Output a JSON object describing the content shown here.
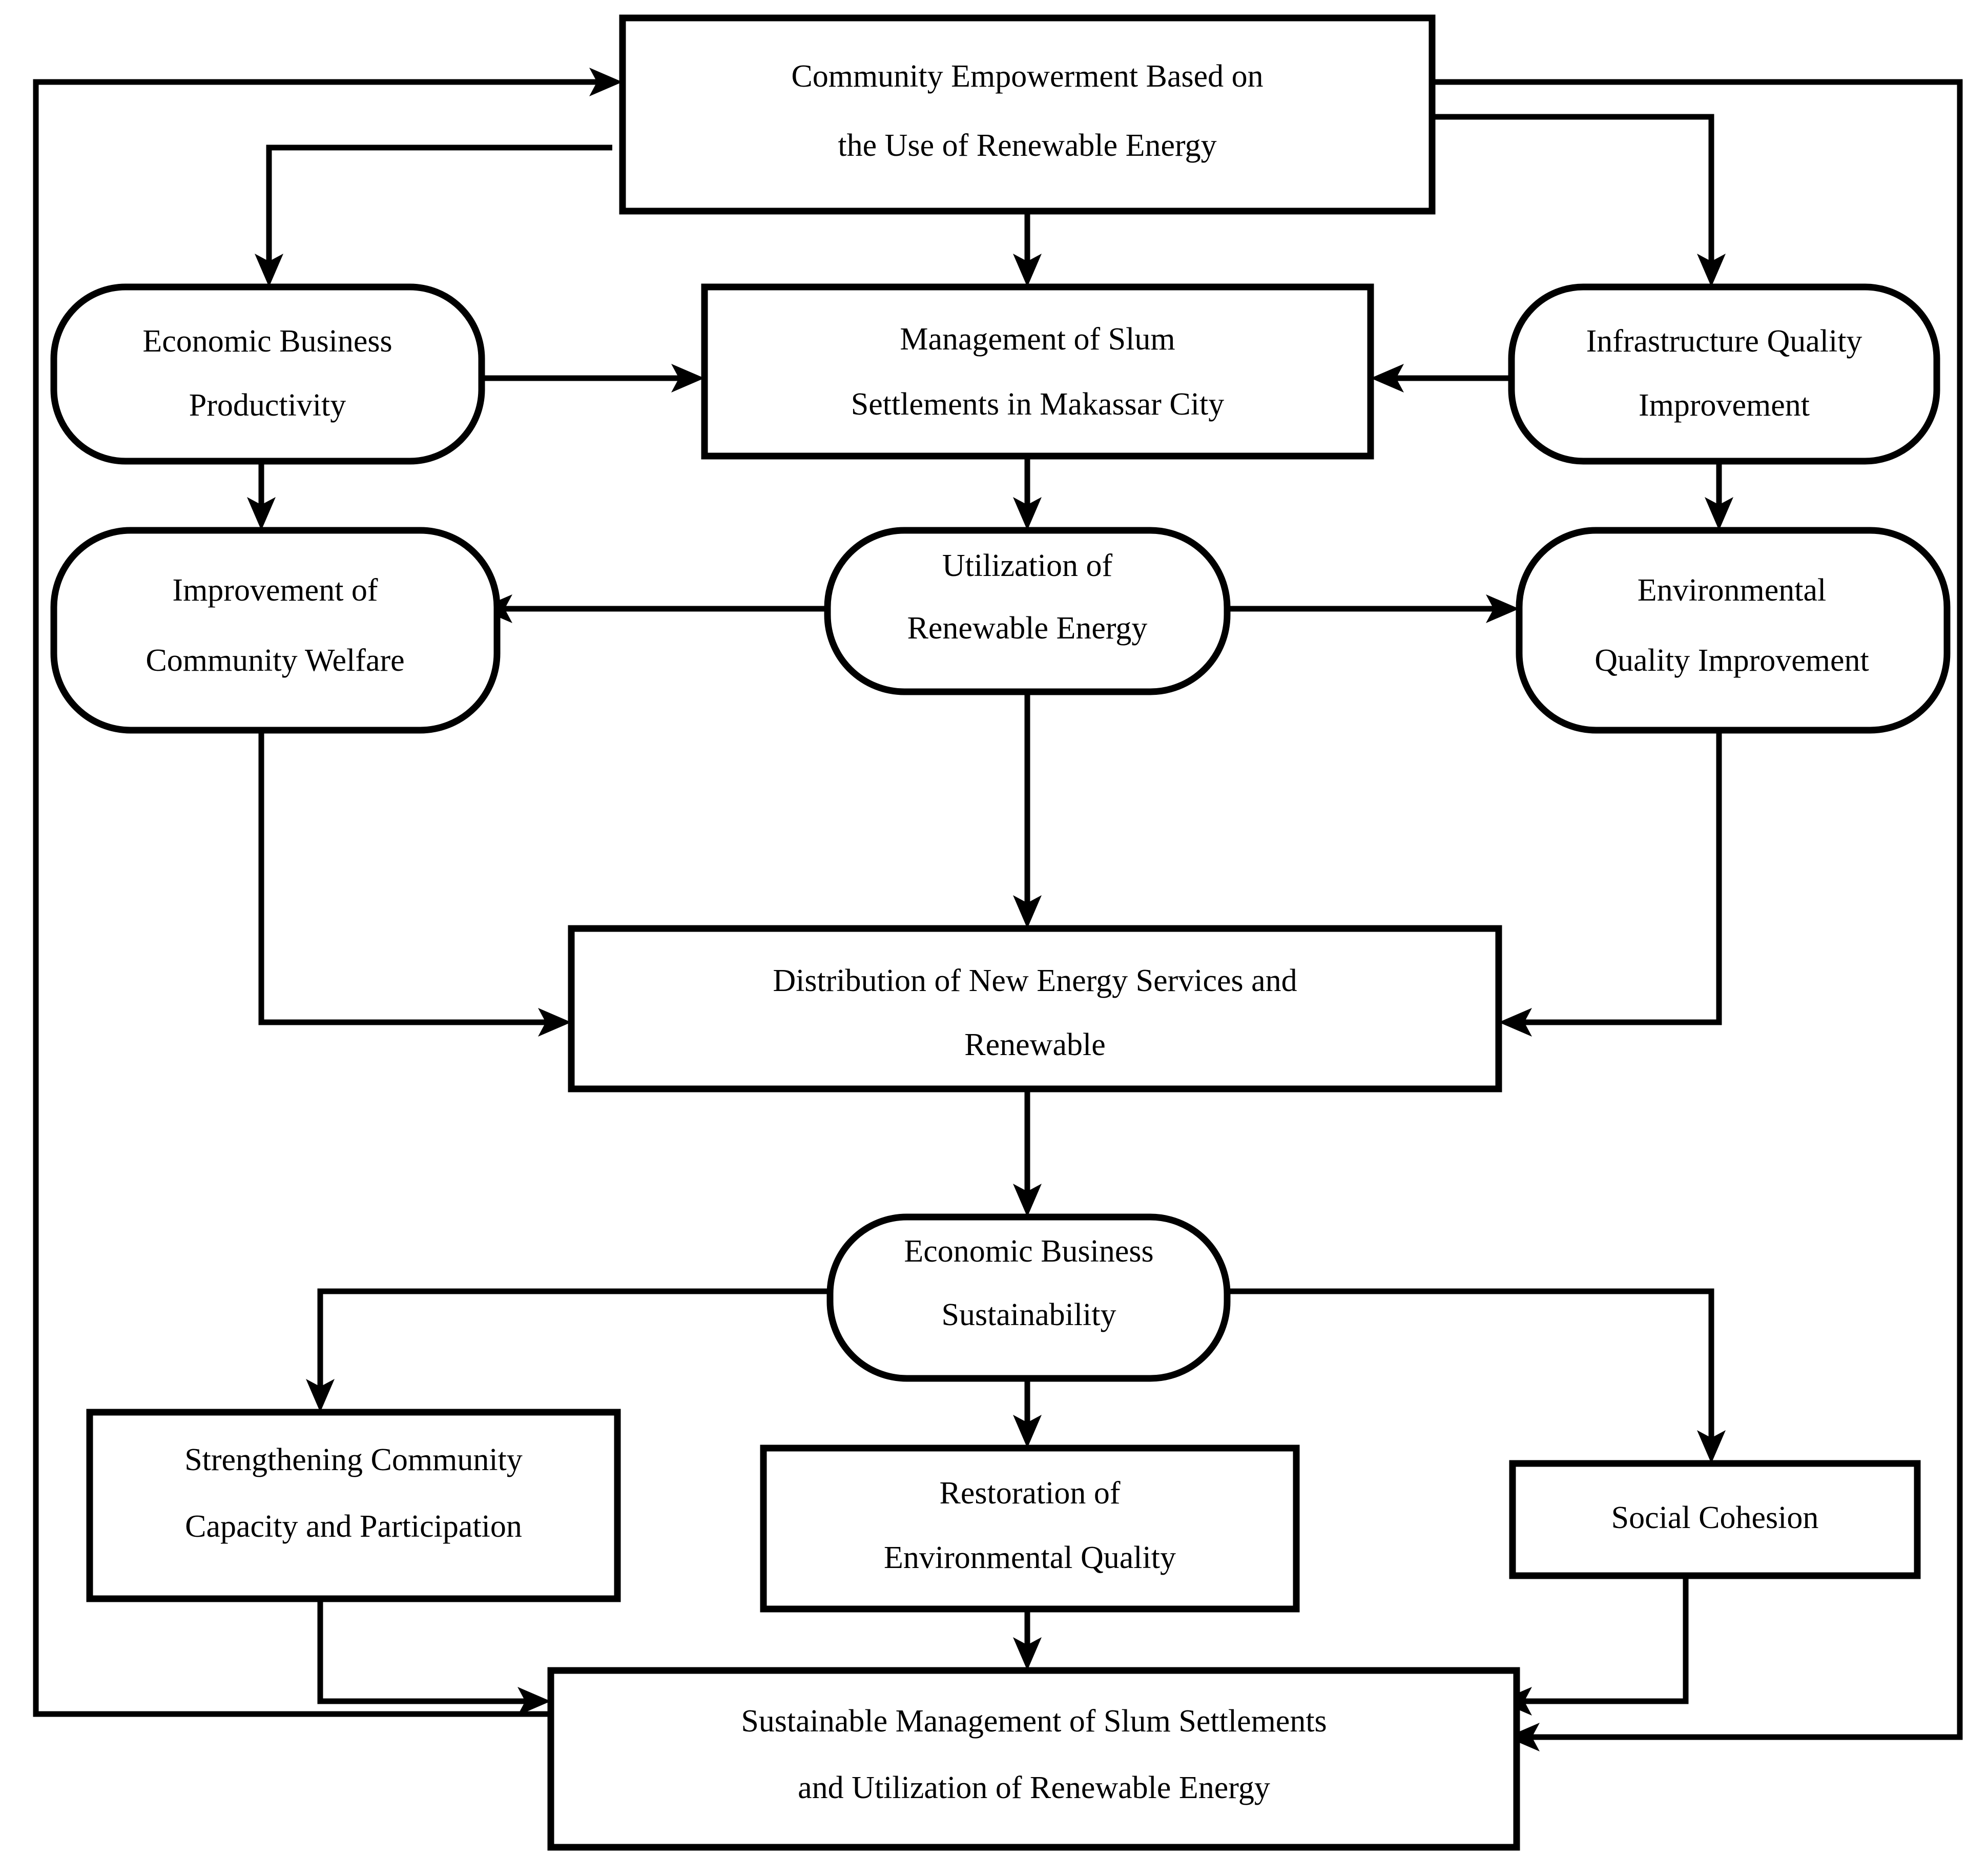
{
  "diagram": {
    "title": "Community Empowerment Based on the Use of Renewable Energy framework",
    "type": "flowchart",
    "colors": {
      "stroke": "#000000",
      "fill": "#ffffff",
      "text": "#000000"
    },
    "nodes": [
      {
        "id": "community-empowerment",
        "shape": "rectangle",
        "lines": [
          "Community Empowerment Based on",
          "the Use of Renewable Energy"
        ]
      },
      {
        "id": "economic-business-productivity",
        "shape": "stadium",
        "lines": [
          "Economic Business",
          "Productivity"
        ]
      },
      {
        "id": "management-of-slum-settlements",
        "shape": "rectangle",
        "lines": [
          "Management of Slum",
          "Settlements in Makassar City"
        ]
      },
      {
        "id": "infrastructure-quality-improvement",
        "shape": "stadium",
        "lines": [
          "Infrastructure Quality",
          "Improvement"
        ]
      },
      {
        "id": "improvement-of-community-welfare",
        "shape": "stadium",
        "lines": [
          "Improvement of",
          "Community Welfare"
        ]
      },
      {
        "id": "utilization-of-renewable-energy",
        "shape": "stadium",
        "lines": [
          "Utilization of",
          "Renewable Energy"
        ]
      },
      {
        "id": "environmental-quality-improvement",
        "shape": "stadium",
        "lines": [
          "Environmental",
          "Quality Improvement"
        ]
      },
      {
        "id": "distribution-of-new-energy-services",
        "shape": "rectangle",
        "lines": [
          "Distribution of New Energy Services and",
          "Renewable"
        ]
      },
      {
        "id": "economic-business-sustainability",
        "shape": "stadium",
        "lines": [
          "Economic Business",
          "Sustainability"
        ]
      },
      {
        "id": "strengthening-community-capacity",
        "shape": "rectangle",
        "lines": [
          "Strengthening Community",
          "Capacity and Participation"
        ]
      },
      {
        "id": "restoration-of-environmental-quality",
        "shape": "rectangle",
        "lines": [
          "Restoration of",
          "Environmental Quality"
        ]
      },
      {
        "id": "social-cohesion",
        "shape": "rectangle",
        "lines": [
          "Social Cohesion"
        ]
      },
      {
        "id": "sustainable-management-of-slum-settlements",
        "shape": "rectangle",
        "lines": [
          "Sustainable Management of Slum Settlements",
          "and Utilization of Renewable Energy"
        ]
      }
    ],
    "edges": [
      {
        "from": "community-empowerment",
        "to": "economic-business-productivity"
      },
      {
        "from": "community-empowerment",
        "to": "management-of-slum-settlements"
      },
      {
        "from": "community-empowerment",
        "to": "infrastructure-quality-improvement"
      },
      {
        "from": "economic-business-productivity",
        "to": "management-of-slum-settlements"
      },
      {
        "from": "economic-business-productivity",
        "to": "improvement-of-community-welfare"
      },
      {
        "from": "infrastructure-quality-improvement",
        "to": "management-of-slum-settlements"
      },
      {
        "from": "infrastructure-quality-improvement",
        "to": "environmental-quality-improvement"
      },
      {
        "from": "management-of-slum-settlements",
        "to": "utilization-of-renewable-energy"
      },
      {
        "from": "utilization-of-renewable-energy",
        "to": "improvement-of-community-welfare"
      },
      {
        "from": "utilization-of-renewable-energy",
        "to": "environmental-quality-improvement"
      },
      {
        "from": "utilization-of-renewable-energy",
        "to": "distribution-of-new-energy-services"
      },
      {
        "from": "improvement-of-community-welfare",
        "to": "distribution-of-new-energy-services"
      },
      {
        "from": "environmental-quality-improvement",
        "to": "distribution-of-new-energy-services"
      },
      {
        "from": "distribution-of-new-energy-services",
        "to": "economic-business-sustainability"
      },
      {
        "from": "economic-business-sustainability",
        "to": "strengthening-community-capacity"
      },
      {
        "from": "economic-business-sustainability",
        "to": "restoration-of-environmental-quality"
      },
      {
        "from": "economic-business-sustainability",
        "to": "social-cohesion"
      },
      {
        "from": "strengthening-community-capacity",
        "to": "sustainable-management-of-slum-settlements"
      },
      {
        "from": "restoration-of-environmental-quality",
        "to": "sustainable-management-of-slum-settlements"
      },
      {
        "from": "social-cohesion",
        "to": "sustainable-management-of-slum-settlements"
      },
      {
        "from": "sustainable-management-of-slum-settlements",
        "to": "community-empowerment",
        "note": "left outer feedback loop"
      },
      {
        "from": "community-empowerment",
        "to": "sustainable-management-of-slum-settlements",
        "note": "right outer loop"
      }
    ]
  }
}
